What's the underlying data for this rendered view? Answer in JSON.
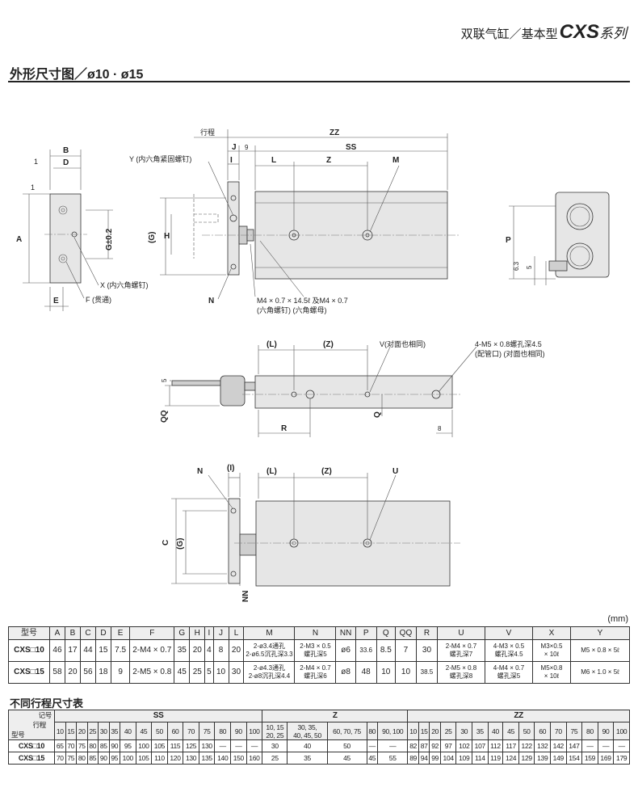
{
  "header": {
    "series_prefix": "双联气缸／基本型",
    "series_code": "CXS",
    "series_suffix": "系列"
  },
  "section_title": "外形尺寸图／ø10 · ø15",
  "drawing": {
    "top_labels": [
      "行程",
      "ZZ",
      "J",
      "9",
      "SS",
      "L",
      "Z",
      "M"
    ],
    "front_labels": [
      "B",
      "D",
      "1",
      "1",
      "A",
      "G±0.2",
      "E",
      "F (贯通)",
      "X (内六角螺钉)"
    ],
    "y_label": "Y (内六角紧固螺钉)",
    "side_labels": [
      "(G)",
      "H",
      "I",
      "N"
    ],
    "screw_note": "M4 × 0.7 × 14.5ℓ 及M4 × 0.7",
    "screw_note2": "(六角螺钉)        (六角螺母)",
    "p_labels": [
      "P",
      "6.3",
      "5"
    ],
    "mid_labels": [
      "(L)",
      "(Z)",
      "V(对面也相同)",
      "4-M5 × 0.8螺孔深4.5",
      "(配管口) (对面也相同)",
      "5",
      "QQ",
      "Q",
      "R",
      "8"
    ],
    "bottom_labels": [
      "N",
      "(I)",
      "(L)",
      "(Z)",
      "U",
      "C",
      "(G)",
      "NN"
    ]
  },
  "unit": "(mm)",
  "main_table": {
    "headers": [
      "型号",
      "A",
      "B",
      "C",
      "D",
      "E",
      "F",
      "G",
      "H",
      "I",
      "J",
      "L",
      "M",
      "N",
      "NN",
      "P",
      "Q",
      "QQ",
      "R",
      "U",
      "V",
      "X",
      "Y"
    ],
    "rows": [
      {
        "model": "CXS□10",
        "A": "46",
        "B": "17",
        "C": "44",
        "D": "15",
        "E": "7.5",
        "F": "2-M4 × 0.7",
        "G": "35",
        "H": "20",
        "I": "4",
        "J": "8",
        "L": "20",
        "M1": "2-ø3.4通孔",
        "M2": "2-ø6.5沉孔深3.3",
        "N1": "2-M3 × 0.5",
        "N2": "螺孔深5",
        "NN": "ø6",
        "P": "33.6",
        "Q": "8.5",
        "QQ": "7",
        "R": "30",
        "U1": "2-M4 × 0.7",
        "U2": "螺孔深7",
        "V1": "4-M3 × 0.5",
        "V2": "螺孔深4.5",
        "X1": "M3×0.5",
        "X2": "× 10ℓ",
        "Y": "M5 × 0.8 × 5ℓ"
      },
      {
        "model": "CXS□15",
        "A": "58",
        "B": "20",
        "C": "56",
        "D": "18",
        "E": "9",
        "F": "2-M5 × 0.8",
        "G": "45",
        "H": "25",
        "I": "5",
        "J": "10",
        "L": "30",
        "M1": "2-ø4.3通孔",
        "M2": "2-ø8沉孔深4.4",
        "N1": "2-M4 × 0.7",
        "N2": "螺孔深6",
        "NN": "ø8",
        "P": "48",
        "Q": "10",
        "QQ": "10",
        "R": "38.5",
        "U1": "2-M5 × 0.8",
        "U2": "螺孔深8",
        "V1": "4-M4 × 0.7",
        "V2": "螺孔深5",
        "X1": "M5×0.8",
        "X2": "× 10ℓ",
        "Y": "M6 × 1.0 × 5ℓ"
      }
    ]
  },
  "stroke_table": {
    "title": "不同行程尺寸表",
    "corner_top": "记号",
    "corner_mid": "行程",
    "corner_bottom": "型号",
    "groups": [
      "SS",
      "Z",
      "ZZ"
    ],
    "ss_strokes": [
      "10",
      "15",
      "20",
      "25",
      "30",
      "35",
      "40",
      "45",
      "50",
      "60",
      "70",
      "75",
      "80",
      "90",
      "100"
    ],
    "z_strokes": [
      "10, 15\n20, 25",
      "30, 35,\n40, 45, 50",
      "60, 70, 75",
      "80",
      "90, 100"
    ],
    "zz_strokes": [
      "10",
      "15",
      "20",
      "25",
      "30",
      "35",
      "40",
      "45",
      "50",
      "60",
      "70",
      "75",
      "80",
      "90",
      "100"
    ],
    "rows": [
      {
        "model": "CXS□10",
        "ss": [
          "65",
          "70",
          "75",
          "80",
          "85",
          "90",
          "95",
          "100",
          "105",
          "115",
          "125",
          "130",
          "—",
          "—",
          "—"
        ],
        "z": [
          "30",
          "40",
          "50",
          "—",
          "—"
        ],
        "zz": [
          "82",
          "87",
          "92",
          "97",
          "102",
          "107",
          "112",
          "117",
          "122",
          "132",
          "142",
          "147",
          "—",
          "—",
          "—"
        ]
      },
      {
        "model": "CXS□15",
        "ss": [
          "70",
          "75",
          "80",
          "85",
          "90",
          "95",
          "100",
          "105",
          "110",
          "120",
          "130",
          "135",
          "140",
          "150",
          "160"
        ],
        "z": [
          "25",
          "35",
          "45",
          "45",
          "55"
        ],
        "zz": [
          "89",
          "94",
          "99",
          "104",
          "109",
          "114",
          "119",
          "124",
          "129",
          "139",
          "149",
          "154",
          "159",
          "169",
          "179"
        ]
      }
    ]
  }
}
